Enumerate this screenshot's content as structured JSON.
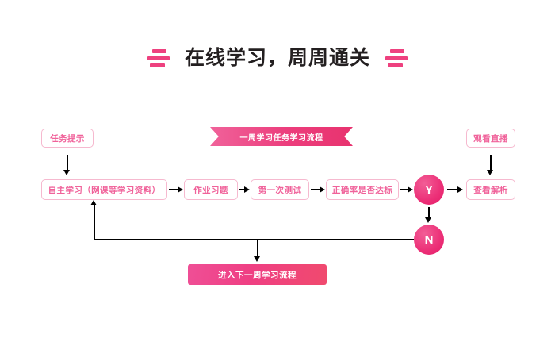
{
  "page": {
    "title": "在线学习，周周通关",
    "background": "#ffffff",
    "accent_pink": "#ee417f",
    "node_border": "#f6b9cf",
    "node_text": "#f0629a"
  },
  "header": {
    "title": "在线学习，周周通关",
    "left_decoration": "triple-bar-icon",
    "right_decoration": "triple-bar-icon"
  },
  "banner": {
    "label": "一周学习任务学习流程",
    "shape": "ribbon-notched"
  },
  "flow": {
    "nodes": [
      {
        "id": "task-prompt",
        "label": "任务提示"
      },
      {
        "id": "self-study",
        "label": "自主学习（网课等学习资料）"
      },
      {
        "id": "homework",
        "label": "作业习题"
      },
      {
        "id": "first-test",
        "label": "第一次测试"
      },
      {
        "id": "accuracy-check",
        "label": "正确率是否达标"
      },
      {
        "id": "watch-live",
        "label": "观看直播"
      },
      {
        "id": "view-analysis",
        "label": "查看解析"
      }
    ],
    "decisions": [
      {
        "id": "yes",
        "label": "Y"
      },
      {
        "id": "no",
        "label": "N"
      }
    ],
    "cta": {
      "id": "next-week",
      "label": "进入下一周学习流程"
    }
  }
}
